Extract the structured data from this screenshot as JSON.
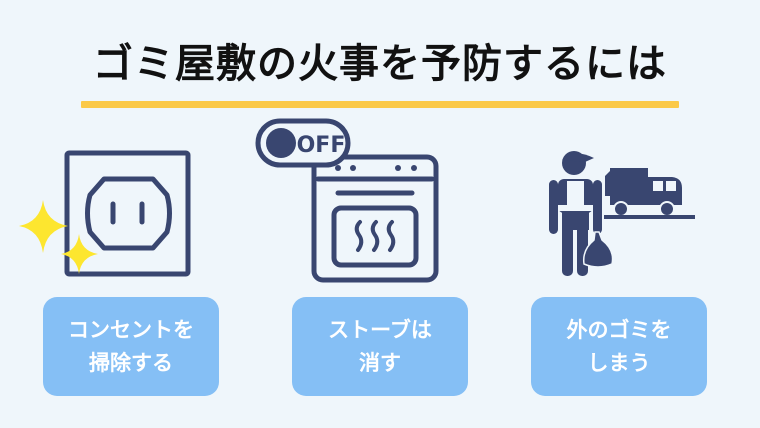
{
  "header": {
    "title": "ゴミ屋敷の火事を予防するには"
  },
  "colors": {
    "background": "#eff6fb",
    "title_text": "#111111",
    "underline_accent": "#fbc948",
    "icon_navy": "#394670",
    "sparkle_yellow": "#fde62f",
    "label_box": "#85bff5",
    "label_text": "#ffffff"
  },
  "items": [
    {
      "icon": "power-outlet-icon",
      "label_lines": [
        "コンセントを",
        "掃除する"
      ]
    },
    {
      "icon": "oven-off-icon",
      "toggle_text": "OFF",
      "label_lines": [
        "ストーブは",
        "消す"
      ]
    },
    {
      "icon": "garbage-collector-truck-icon",
      "label_lines": [
        "外のゴミを",
        "しまう"
      ]
    }
  ]
}
